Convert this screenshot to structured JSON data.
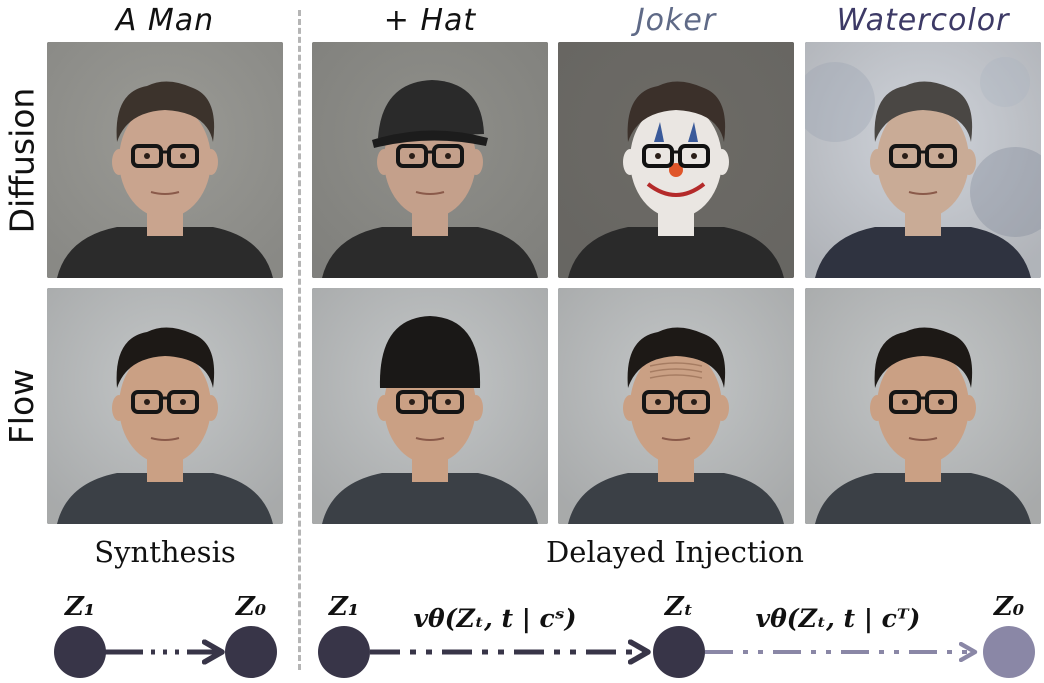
{
  "columns": [
    {
      "label": "A Man",
      "color": "#111111"
    },
    {
      "label": "+ Hat",
      "color": "#111111"
    },
    {
      "label": "Joker",
      "color": "#5f6a87"
    },
    {
      "label": "Watercolor",
      "color": "#3d3a66"
    }
  ],
  "rows": [
    {
      "label": "Diffusion"
    },
    {
      "label": "Flow"
    }
  ],
  "captions": {
    "left": "Synthesis",
    "right": "Delayed Injection"
  },
  "flow_left": {
    "start_node": "Z₁",
    "end_node": "Z₀"
  },
  "flow_right": {
    "start_node": "Z₁",
    "mid_node": "Zₜ",
    "end_node": "Z₀",
    "edge1_label": "vθ(Zₜ, t | cˢ)",
    "edge2_label": "vθ(Zₜ, t | cᵀ)"
  },
  "colors": {
    "node_dark": "#383548",
    "node_light": "#8a87a6",
    "edge_dark": "#383548",
    "edge_light": "#8a87a6",
    "divider": "#b5b5b5"
  },
  "cell_images": [
    {
      "name": "diffusion-man",
      "bg": "#9a9a95",
      "skin": "#c9a48e",
      "hair": "#3c332c",
      "shirt": "#2b2b2b",
      "accessory": "glasses"
    },
    {
      "name": "diffusion-hat",
      "bg": "#8f8f8a",
      "skin": "#c4a08b",
      "hair": "#3c332c",
      "shirt": "#2b2b2b",
      "accessory": "cap"
    },
    {
      "name": "diffusion-joker",
      "bg": "#6d6b66",
      "skin": "#eae6e2",
      "hair": "#3b302a",
      "shirt": "#2a2a2a",
      "accessory": "joker"
    },
    {
      "name": "diffusion-watercolor",
      "bg": "#cfd3da",
      "skin": "#c9ab96",
      "hair": "#4a4744",
      "shirt": "#2f3340",
      "accessory": "watercolor"
    },
    {
      "name": "flow-man",
      "bg": "#c3c6c7",
      "skin": "#caa084",
      "hair": "#1d1916",
      "shirt": "#3b4046",
      "accessory": "glasses"
    },
    {
      "name": "flow-hat",
      "bg": "#c3c6c7",
      "skin": "#caa084",
      "hair": "#1d1916",
      "shirt": "#3b4046",
      "accessory": "beanie"
    },
    {
      "name": "flow-joker",
      "bg": "#c3c6c7",
      "skin": "#caa084",
      "hair": "#1d1916",
      "shirt": "#3b4046",
      "accessory": "wrinkles"
    },
    {
      "name": "flow-watercolor",
      "bg": "#c3c6c7",
      "skin": "#caa084",
      "hair": "#1d1916",
      "shirt": "#3b4046",
      "accessory": "glasses"
    }
  ]
}
